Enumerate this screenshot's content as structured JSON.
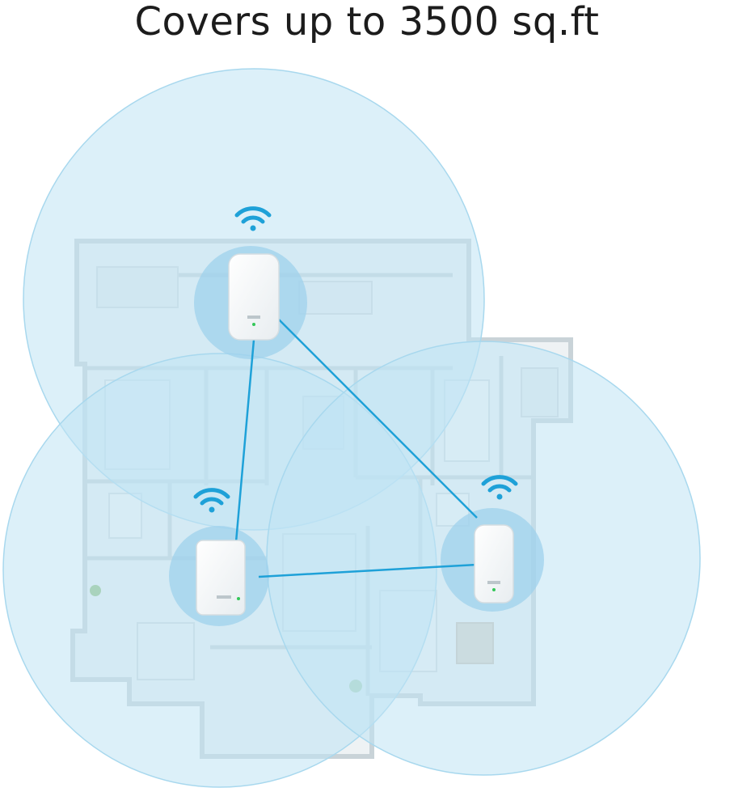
{
  "headline": "Covers up to 3500 sq.ft",
  "product": {
    "node_brand_text": "",
    "node_count": 3,
    "status_led_color": "#34c759"
  },
  "colors": {
    "coverage_fill": "#bfe3f4",
    "coverage_edge": "#8fcde9",
    "link_line": "#1ea1d8",
    "wifi_icon": "#1ea1d8",
    "floor": "#e9eef1",
    "walls": "#cfd8dc"
  },
  "icons": [
    "wifi-icon",
    "mesh-node",
    "floor-plan"
  ]
}
